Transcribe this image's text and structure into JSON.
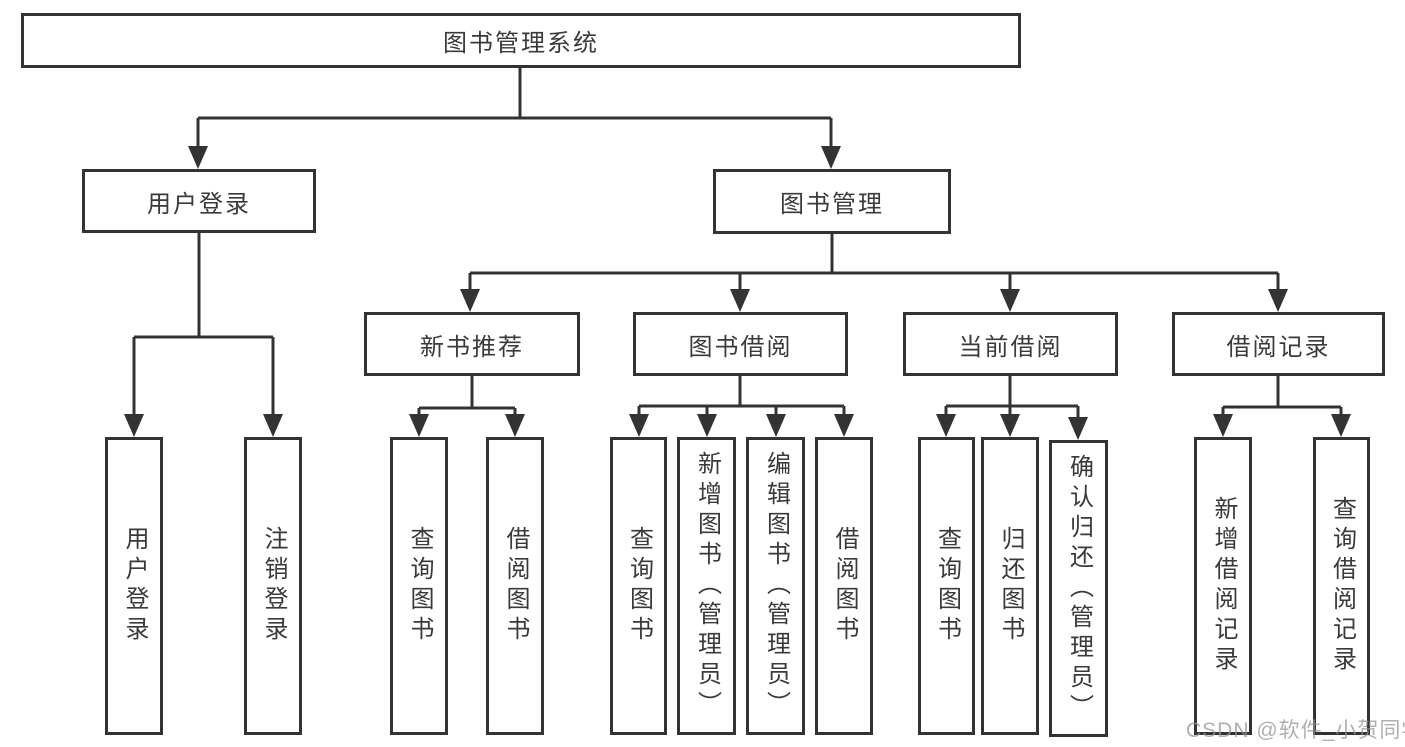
{
  "tree": {
    "label": "图书管理系统",
    "children": [
      {
        "label": "用户登录",
        "children": [
          {
            "label": "用户登录"
          },
          {
            "label": "注销登录"
          }
        ]
      },
      {
        "label": "图书管理",
        "children": [
          {
            "label": "新书推荐",
            "children": [
              {
                "label": "查询图书"
              },
              {
                "label": "借阅图书"
              }
            ]
          },
          {
            "label": "图书借阅",
            "children": [
              {
                "label": "查询图书"
              },
              {
                "label": "新增图书（管理员）"
              },
              {
                "label": "编辑图书（管理员）"
              },
              {
                "label": "借阅图书"
              }
            ]
          },
          {
            "label": "当前借阅",
            "children": [
              {
                "label": "查询图书"
              },
              {
                "label": "归还图书"
              },
              {
                "label": "确认归还（管理员）"
              }
            ]
          },
          {
            "label": "借阅记录",
            "children": [
              {
                "label": "新增借阅记录"
              },
              {
                "label": "查询借阅记录"
              }
            ]
          }
        ]
      }
    ]
  },
  "watermark": "CSDN @软件_小贺同学",
  "colors": {
    "line": "#333333",
    "text": "#3a3a3a",
    "box_background": "#ffffff",
    "watermark": "#969696",
    "background": "#ffffff"
  }
}
